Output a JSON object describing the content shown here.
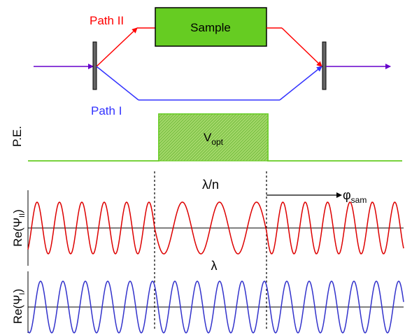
{
  "labels": {
    "path_upper": "Path II",
    "path_lower": "Path I",
    "sample": "Sample",
    "potential_energy": "P.E.",
    "v_main": "V",
    "v_sub": "opt",
    "lambda_over_n": "λ/n",
    "lambda": "λ",
    "phi_main": "φ",
    "phi_sub": "sam",
    "re_psi2_main": "Re(Ψ",
    "re_psi2_sub": "II",
    "re_psi1_main": "Re(Ψ",
    "re_psi1_sub": "I",
    "close_paren": ")"
  },
  "colors": {
    "path_upper": "#ff0000",
    "path_lower": "#3333ff",
    "beam": "#6600cc",
    "sample_fill": "#66cc22",
    "potential": "#66cc22",
    "wave_upper": "#dd0000",
    "wave_lower": "#3333cc"
  }
}
